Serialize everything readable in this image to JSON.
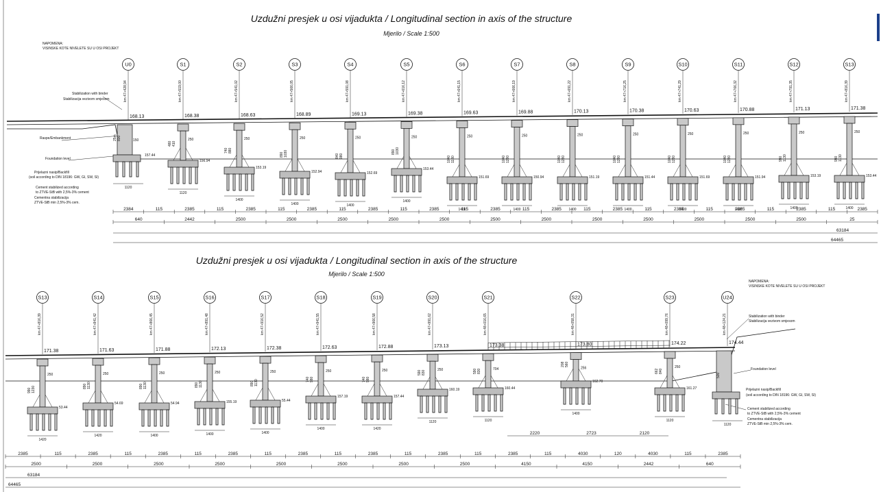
{
  "sections": [
    {
      "title": "Uzdužni presjek u osi vijadukta / Longitudinal section in axis of the structure",
      "scale": "Mjerilo / Scale 1:500",
      "note": [
        "NAPOMENA:",
        "VISINSKE KOTE NIVELETE SU U OSI PROJEKT"
      ],
      "left_labels": [
        "Stabilization with binder",
        "Stabilizacija vezivom smjesom",
        "Raspe/Embankment",
        "Foundation level",
        "Prijelazni nasip/Backfill",
        "(soil according to DIN 18196: GW, GI, SW, SI)",
        "Cement stabilized according",
        "to ZTVE-StB with 2,5%-3% cement",
        "Cementna stabilizacija",
        "ZTVE-StB min 2,5%-3% cem."
      ],
      "stations": [
        {
          "id": "U0",
          "km": "km 47+428,94",
          "elev": "168.13",
          "found": "157.44",
          "dims": [
            "800",
            "150",
            "25m"
          ],
          "width": "1120"
        },
        {
          "id": "S1",
          "km": "km 47+519,00",
          "elev": "168.38",
          "found": "156.94",
          "dims": [
            "410",
            "250",
            "480"
          ],
          "width": "1120"
        },
        {
          "id": "S2",
          "km": "km 47+541,02",
          "elev": "168.63",
          "found": "153.19",
          "dims": [
            "880",
            "250",
            "740"
          ],
          "width": "1400"
        },
        {
          "id": "S3",
          "km": "km 47+566,05",
          "elev": "168.89",
          "found": "152.94",
          "dims": [
            "1030",
            "250",
            "890"
          ],
          "width": "1400"
        },
        {
          "id": "S4",
          "km": "km 47+591,08",
          "elev": "169.13",
          "found": "152.69",
          "dims": [
            "980",
            "250",
            "840"
          ],
          "width": "1400"
        },
        {
          "id": "S5",
          "km": "km 47+616,12",
          "elev": "169.38",
          "found": "153.44",
          "dims": [
            "1030",
            "250",
            "890"
          ],
          "width": "1400"
        },
        {
          "id": "S6",
          "km": "km 47+641,15",
          "elev": "169.63",
          "found": "151.69",
          "dims": [
            "1180",
            "250",
            "1040"
          ],
          "width": "1400"
        },
        {
          "id": "S7",
          "km": "km 47+666,19",
          "elev": "169.88",
          "found": "150.94",
          "dims": [
            "1280",
            "250",
            "1040"
          ],
          "width": "1400"
        },
        {
          "id": "S8",
          "km": "km 47+691,22",
          "elev": "170.13",
          "found": "151.19",
          "dims": [
            "1280",
            "250",
            "1040"
          ],
          "width": "1400"
        },
        {
          "id": "S9",
          "km": "km 47+716,25",
          "elev": "170.38",
          "found": "151.44",
          "dims": [
            "1280",
            "250",
            "1040"
          ],
          "width": "1400"
        },
        {
          "id": "S10",
          "km": "km 47+741,29",
          "elev": "170.63",
          "found": "151.69",
          "dims": [
            "1280",
            "250",
            "1040"
          ],
          "width": "1400"
        },
        {
          "id": "S11",
          "km": "km 47+766,32",
          "elev": "170.88",
          "found": "151.94",
          "dims": [
            "1280",
            "250",
            "1040"
          ],
          "width": "1400"
        },
        {
          "id": "S12",
          "km": "km 47+791,35",
          "elev": "171.13",
          "found": "153.19",
          "dims": [
            "1130",
            "250",
            "990"
          ],
          "width": "1400"
        },
        {
          "id": "S13",
          "km": "km 47+816,39",
          "elev": "171.38",
          "found": "153.44",
          "dims": [
            "1130",
            "250",
            "990"
          ],
          "width": "1400"
        }
      ],
      "dim_row1": [
        "2384",
        "115",
        "2385",
        "115",
        "2385",
        "115",
        "2385",
        "115",
        "2385",
        "115",
        "2385",
        "115",
        "2385",
        "115",
        "2385",
        "115",
        "2385",
        "115",
        "2385",
        "115",
        "2385",
        "115",
        "2385",
        "115",
        "2385"
      ],
      "dim_row2": [
        "640",
        "2442",
        "2500",
        "2500",
        "2500",
        "2500",
        "2500",
        "2500",
        "2500",
        "2500",
        "2500",
        "2500",
        "2500",
        "2500",
        "25"
      ],
      "dim_total1": "63184",
      "dim_total2": "64465"
    },
    {
      "title": "Uzdužni presjek u osi vijadukta / Longitudinal section in axis of the structure",
      "scale": "Mjerilo / Scale 1:500",
      "note": [
        "NAPOMENA:",
        "VISINSKE KOTE NIVELETE SU U OSI PROJEKT"
      ],
      "right_labels": [
        "Stabilization with binder",
        "Stabilizacija vezivom smjesom",
        "Foundation level",
        "Prijelazni nasip/Backfill",
        "(soil according to DIN 18196: GW, GI, SW, SI)",
        "Cement stabilized according",
        "to ZTVE-StB with 2,5%-3% cement",
        "Cementna stabilizacija",
        "ZTVE-StB min 2,5%-3% cem."
      ],
      "stations": [
        {
          "id": "S13",
          "km": "km 47+816,39",
          "elev": "171.38",
          "found": "53.44",
          "dims": [
            "1230",
            "250",
            "990"
          ],
          "width": "1420"
        },
        {
          "id": "S14",
          "km": "km 47+841,42",
          "elev": "171.63",
          "found": "54.69",
          "dims": [
            "1130",
            "250",
            "890"
          ],
          "width": "1420"
        },
        {
          "id": "S15",
          "km": "km 47+866,45",
          "elev": "171.88",
          "found": "54.94",
          "dims": [
            "1130",
            "250",
            "890"
          ],
          "width": "1400"
        },
        {
          "id": "S16",
          "km": "km 47+891,48",
          "elev": "172.13",
          "found": "155.19",
          "dims": [
            "1130",
            "250",
            "890"
          ],
          "width": "1400"
        },
        {
          "id": "S17",
          "km": "km 47+916,52",
          "elev": "172.38",
          "found": "55.44",
          "dims": [
            "1130",
            "250",
            "890"
          ],
          "width": "1400"
        },
        {
          "id": "S18",
          "km": "km 47+941,55",
          "elev": "172.63",
          "found": "157.19",
          "dims": [
            "980",
            "250",
            "740"
          ],
          "width": "1400"
        },
        {
          "id": "S19",
          "km": "km 47+966,58",
          "elev": "172.88",
          "found": "157.44",
          "dims": [
            "980",
            "250",
            "740"
          ],
          "width": "1420"
        },
        {
          "id": "S20",
          "km": "km 47+991,62",
          "elev": "173.13",
          "found": "160.19",
          "dims": [
            "830",
            "250",
            "590"
          ],
          "width": "1120"
        },
        {
          "id": "S21",
          "km": "km 48+016,65",
          "elev": "173.38",
          "found": "160.44",
          "dims": [
            "830",
            "704",
            "590"
          ],
          "width": "1120"
        },
        {
          "id": "S22",
          "km": "km 48+058,31",
          "elev": "173.80",
          "found": "162.70",
          "dims": [
            "560",
            "256",
            "208"
          ],
          "width": "1400"
        },
        {
          "id": "S23",
          "km": "km 48+099,76",
          "elev": "174.22",
          "found": "161.27",
          "dims": [
            "840",
            "250",
            "662"
          ],
          "width": "1120"
        },
        {
          "id": "U24",
          "km": "km 48+124,21",
          "elev": "174.44",
          "found": "",
          "dims": [
            "500",
            "",
            ""
          ],
          "width": "1120"
        }
      ],
      "span_dims": [
        "2220",
        "2723",
        "2120"
      ],
      "dim_row1": [
        "2385",
        "115",
        "2385",
        "115",
        "2385",
        "115",
        "2385",
        "115",
        "2385",
        "115",
        "2385",
        "115",
        "2385",
        "115",
        "2385",
        "115",
        "4030",
        "120",
        "4030",
        "115",
        "2385"
      ],
      "dim_row2": [
        "2500",
        "2500",
        "2500",
        "2500",
        "2500",
        "2500",
        "2500",
        "2500",
        "4150",
        "4150",
        "2442",
        "640"
      ],
      "dim_total1": "63184",
      "dim_total2": "64465"
    }
  ]
}
